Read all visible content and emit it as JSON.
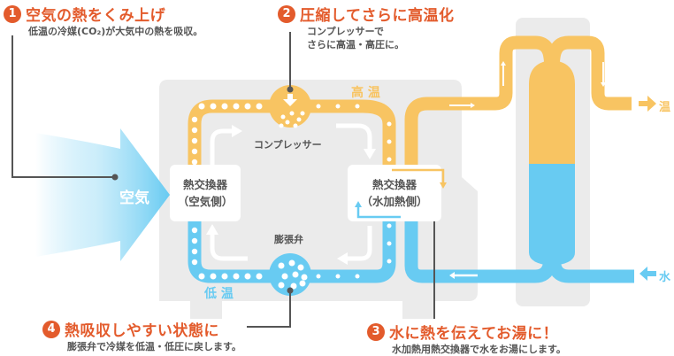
{
  "steps": [
    {
      "number": "1",
      "title": "空気の熱をくみ上げ",
      "description": [
        "低温の冷媒(CO₂)が大気中の熱を吸収。"
      ]
    },
    {
      "number": "2",
      "title": "圧縮してさらに高温化",
      "description": [
        "コンプレッサーで",
        "さらに高温・高圧に。"
      ]
    },
    {
      "number": "3",
      "title": "水に熱を伝えてお湯に！",
      "description": [
        "水加熱用熱交換器で水をお湯にします。"
      ]
    },
    {
      "number": "4",
      "title": "熱吸収しやすい状態に",
      "description": [
        "膨張弁で冷媒を低温・低圧に戻します。"
      ]
    }
  ],
  "labels": {
    "air": "空気",
    "high_temp": "高 温",
    "low_temp": "低 温",
    "compressor": "コンプレッサー",
    "expansion_valve": "膨張弁",
    "hot_water_out": "温",
    "water_in": "水"
  },
  "heat_exchangers": {
    "air_side": [
      "熱交換器",
      "（空気側）"
    ],
    "water_side": [
      "熱交換器",
      "（水加熱側）"
    ]
  },
  "colors": {
    "accent": "#e35b2c",
    "hot": "#f8c462",
    "cold": "#68cbf2",
    "panel": "#ebebeb",
    "text": "#555555",
    "leader": "#555555"
  }
}
